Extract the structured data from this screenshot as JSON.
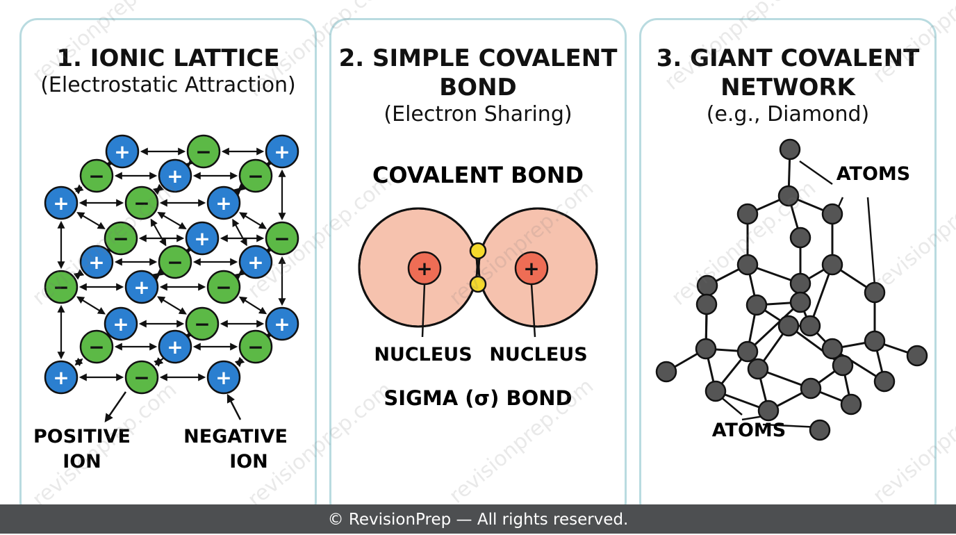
{
  "panels": [
    {
      "title": "1. IONIC LATTICE",
      "subtitle": "(Electrostatic Attraction)",
      "positive_symbol": "+",
      "negative_symbol": "−",
      "label_positive_line1": "POSITIVE",
      "label_positive_line2": "ION",
      "label_negative_line1": "NEGATIVE",
      "label_negative_line2": "ION",
      "positive_color": "#2b7fd0",
      "negative_color": "#5cb946"
    },
    {
      "title_line1": "2. SIMPLE COVALENT",
      "title_line2": "BOND",
      "subtitle": "(Electron Sharing)",
      "bond_heading": "COVALENT BOND",
      "nucleus_symbol": "+",
      "nucleus_label_left": "NUCLEUS",
      "nucleus_label_right": "NUCLEUS",
      "sigma_label": "SIGMA (σ) BOND",
      "orbital_color": "#f6c2ae",
      "overlap_color": "#f8c178",
      "nucleus_color": "#ee6d55",
      "electron_color": "#f5d92c"
    },
    {
      "title_line1": "3. GIANT COVALENT",
      "title_line2": "NETWORK",
      "subtitle": "(e.g., Diamond)",
      "label_atoms_top": "ATOMS",
      "label_atoms_bottom": "ATOMS",
      "atom_color": "#555555"
    }
  ],
  "watermark": "revisionprep.com",
  "footer": "© RevisionPrep — All rights reserved."
}
